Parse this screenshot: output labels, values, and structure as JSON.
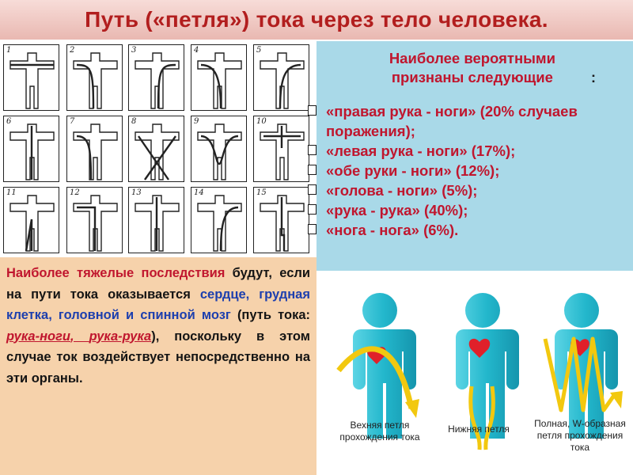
{
  "slide": {
    "title": "Путь («петля») тока через тело человека."
  },
  "grid": {
    "cells": [
      {
        "num": "1"
      },
      {
        "num": "2"
      },
      {
        "num": "3"
      },
      {
        "num": "4"
      },
      {
        "num": "5"
      },
      {
        "num": "6"
      },
      {
        "num": "7"
      },
      {
        "num": "8"
      },
      {
        "num": "9"
      },
      {
        "num": "10"
      },
      {
        "num": "11"
      },
      {
        "num": "12"
      },
      {
        "num": "13"
      },
      {
        "num": "14"
      },
      {
        "num": "15"
      }
    ]
  },
  "probable": {
    "heading": "Наиболее вероятными признаны следующие",
    "colon": ":",
    "items": [
      "«правая рука - ноги» (20% случаев поражения);",
      "«левая рука - ноги» (17%);",
      "«обе руки - ноги» (12%);",
      "«голова - ноги» (5%);",
      "«рука - рука» (40%);",
      "«нога - нога» (6%)."
    ]
  },
  "consequences": {
    "part1": "Наиболее тяжелые последствия",
    "part2": " будут, если на пути тока оказывается ",
    "organs": "сердце, грудная клетка, головной и спинной мозг",
    "part3": " (путь тока: ",
    "path1": "рука-ноги",
    "sep": ", ",
    "path2": "рука-рука",
    "part4": "), поскольку в этом случае ток воздействует непосредственно на эти органы."
  },
  "figures": [
    {
      "caption": "Вехняя петля прохождения тока"
    },
    {
      "caption": "Нижняя петля"
    },
    {
      "caption": "Полная, W-образная петля прохождения тока"
    }
  ],
  "colors": {
    "title_red": "#b21e1e",
    "text_red": "#c0162e",
    "text_blue": "#1d3fae",
    "right_bg": "#a9d9e8",
    "left_bg": "#f6d2ab",
    "figure_body": "#2bbfd3",
    "arrow": "#f2c80f",
    "heart": "#e0202a"
  }
}
